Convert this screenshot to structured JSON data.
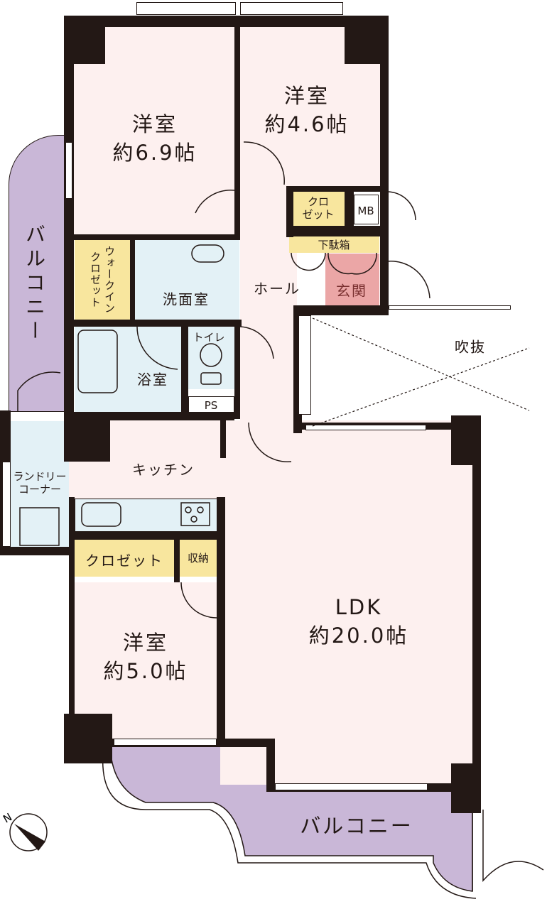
{
  "rooms": {
    "western_1": {
      "name": "洋室",
      "size": "約6.9帖"
    },
    "western_2": {
      "name": "洋室",
      "size": "約4.6帖"
    },
    "western_3": {
      "name": "洋室",
      "size": "約5.0帖"
    },
    "ldk": {
      "name": "LDK",
      "size": "約20.0帖"
    },
    "kitchen": "キッチン",
    "hall": "ホール",
    "entrance": "玄関",
    "washroom": "洗面室",
    "bathroom": "浴室",
    "toilet": "トイレ",
    "ps": "PS",
    "mb": "MB",
    "shoe_box": "下駄箱",
    "closet_hall": [
      "クロ",
      "ゼット"
    ],
    "walk_in_closet": [
      "ウォークイン",
      "クロゼット"
    ],
    "laundry": [
      "ランドリー",
      "コーナー"
    ],
    "closet_bottom": "クロゼット",
    "storage": "収納",
    "void": "吹抜",
    "balcony_left": "バルコニー",
    "balcony_bottom": "バルコニー"
  },
  "compass": {
    "label": "N"
  },
  "colors": {
    "room": "#fdf0ef",
    "wet": "#e3f1f6",
    "storage": "#f8e69e",
    "balcony": "#c9b7d7",
    "entrance": "#eba6a6",
    "wall": "#231815"
  }
}
